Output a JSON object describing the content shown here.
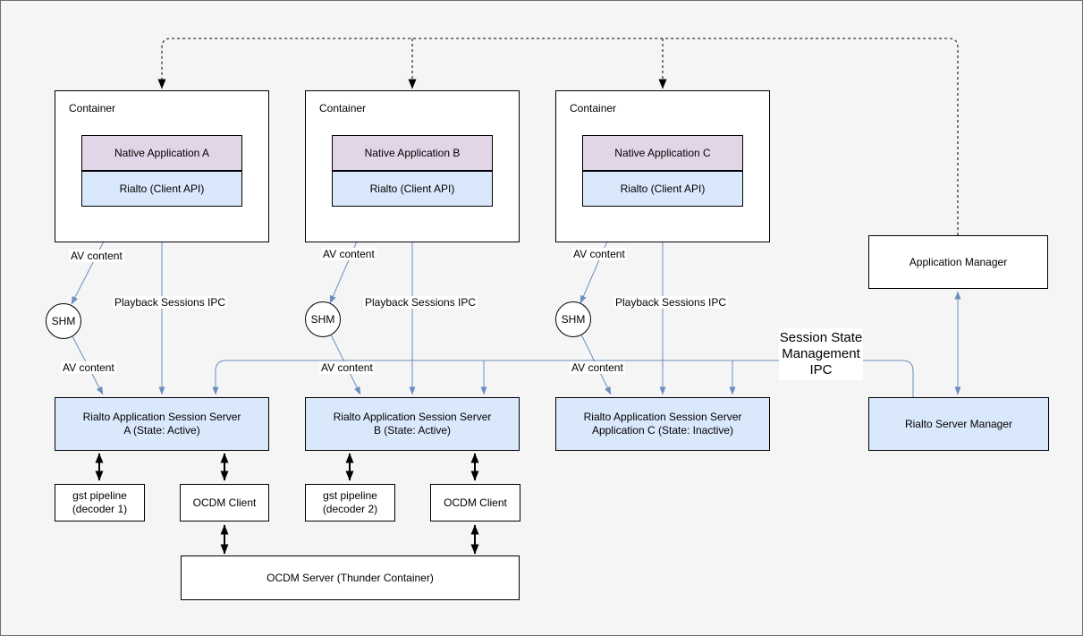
{
  "containers": [
    {
      "title": "Container",
      "app": "Native Application A",
      "api": "Rialto (Client API)"
    },
    {
      "title": "Container",
      "app": "Native Application B",
      "api": "Rialto (Client API)"
    },
    {
      "title": "Container",
      "app": "Native Application C",
      "api": "Rialto (Client API)"
    }
  ],
  "shm": {
    "label": "SHM"
  },
  "edge_labels": {
    "av_content": "AV content",
    "playback_ipc": "Playback Sessions IPC",
    "session_state_ipc": "Session State Management IPC"
  },
  "session_servers": [
    {
      "line1": "Rialto Application Session Server",
      "line2": "A (State: Active)"
    },
    {
      "line1": "Rialto Application Session Server",
      "line2": "B (State: Active)"
    },
    {
      "line1": "Rialto Application Session Server",
      "line2": "Application C (State: Inactive)"
    }
  ],
  "managers": {
    "application_manager": "Application Manager",
    "rialto_server_manager": "Rialto Server Manager"
  },
  "pipelines": [
    {
      "line1": "gst pipeline",
      "line2": "(decoder 1)"
    },
    {
      "line1": "gst pipeline",
      "line2": "(decoder 2)"
    }
  ],
  "ocdm": {
    "client1": "OCDM Client",
    "client2": "OCDM Client",
    "server": "OCDM Server (Thunder Container)"
  },
  "colors": {
    "canvas_background": "#f5f5f5",
    "box_fill_blue": "#dae8fc",
    "box_fill_purple": "#e1d5e7",
    "edge_blue": "#6c8ebf",
    "edge_black": "#000000"
  }
}
